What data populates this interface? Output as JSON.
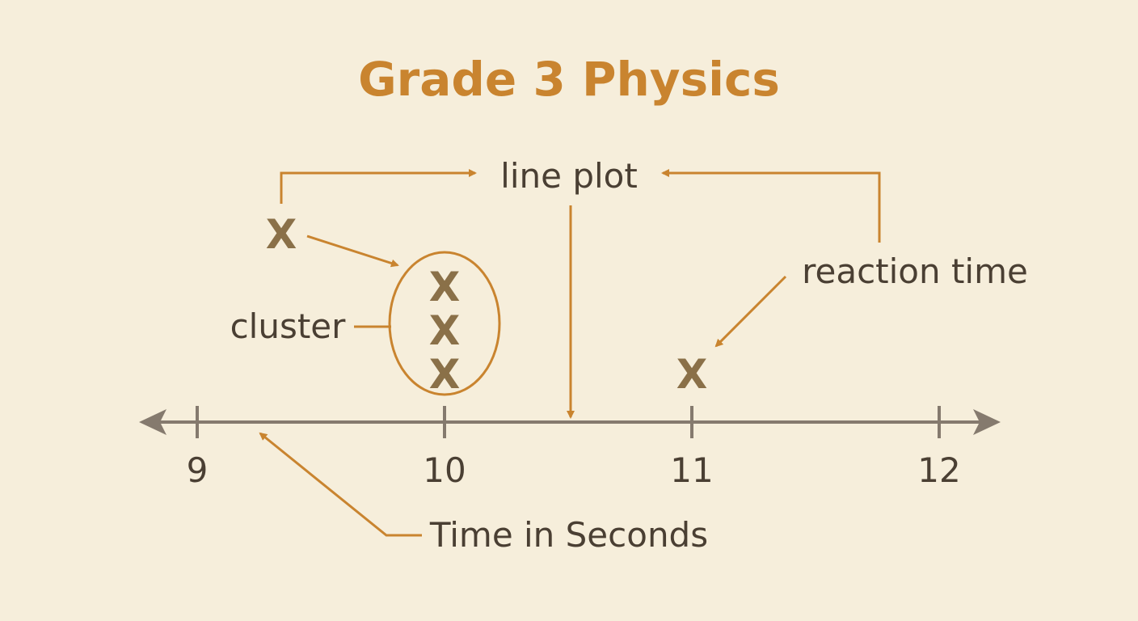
{
  "title": "Grade 3 Physics",
  "labels": {
    "line_plot": "line plot",
    "cluster": "cluster",
    "reaction_time": "reaction time",
    "axis_title": "Time in Seconds"
  },
  "mark_symbol": "X",
  "axis": {
    "min": 9,
    "max": 12,
    "ticks": [
      "9",
      "10",
      "11",
      "12"
    ]
  },
  "marks": [
    {
      "x": 10,
      "stack": 1
    },
    {
      "x": 10,
      "stack": 2
    },
    {
      "x": 10,
      "stack": 3
    },
    {
      "x": 11,
      "stack": 1
    }
  ],
  "colors": {
    "background": "#f6eedb",
    "accent": "#c9842f",
    "axis": "#857a6e",
    "text": "#4a3f33",
    "mark": "#8a7048"
  }
}
